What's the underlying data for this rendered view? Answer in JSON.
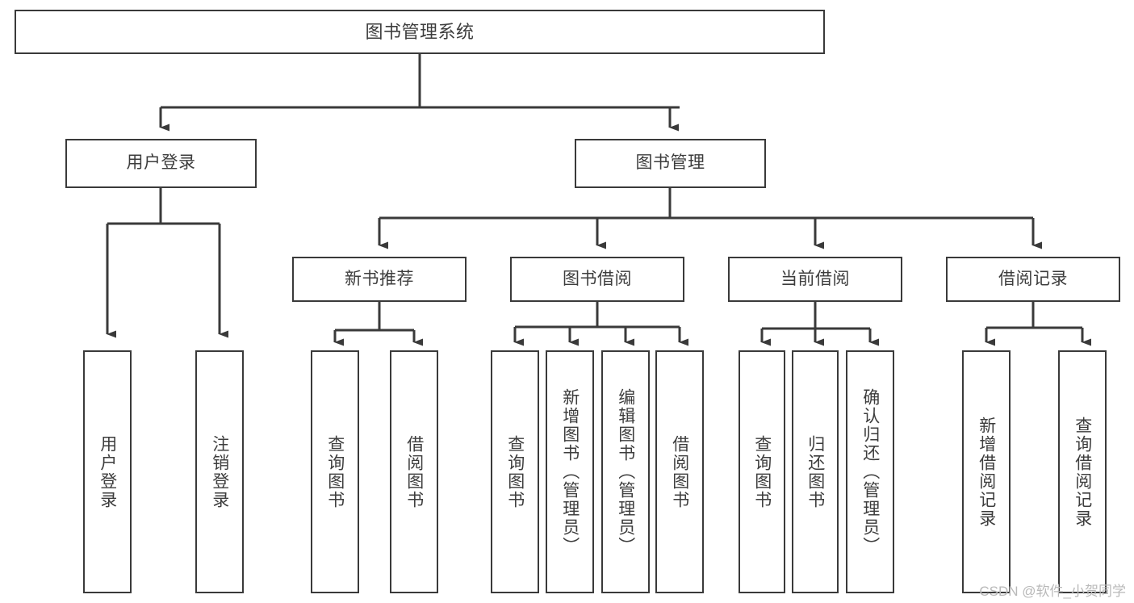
{
  "diagram": {
    "type": "tree",
    "title": "图书管理系统",
    "orientation": "top-down",
    "colors": {
      "box_border": "#3a3a3a",
      "box_fill": "#ffffff",
      "edge": "#3a3a3a",
      "text": "#3d3d3d",
      "background": "#ffffff",
      "watermark": "#b9b9b9"
    },
    "nodes": {
      "root": {
        "label": "图书管理系统"
      },
      "level2": [
        {
          "label": "用户登录"
        },
        {
          "label": "图书管理"
        }
      ],
      "level3": [
        {
          "label": "新书推荐"
        },
        {
          "label": "图书借阅"
        },
        {
          "label": "当前借阅"
        },
        {
          "label": "借阅记录"
        }
      ],
      "leaves": {
        "user_login": [
          {
            "label": "用户登录"
          },
          {
            "label": "注销登录"
          }
        ],
        "new_book_recommend": [
          {
            "label": "查询图书"
          },
          {
            "label": "借阅图书"
          }
        ],
        "book_borrow": [
          {
            "label": "查询图书"
          },
          {
            "label": "新增图书（管理员）"
          },
          {
            "label": "编辑图书（管理员）"
          },
          {
            "label": "借阅图书"
          }
        ],
        "current_borrow": [
          {
            "label": "查询图书"
          },
          {
            "label": "归还图书"
          },
          {
            "label": "确认归还（管理员）"
          }
        ],
        "borrow_record": [
          {
            "label": "新增借阅记录"
          },
          {
            "label": "查询借阅记录"
          }
        ]
      }
    }
  },
  "watermark": {
    "text": "CSDN @软件_小贺同学"
  }
}
